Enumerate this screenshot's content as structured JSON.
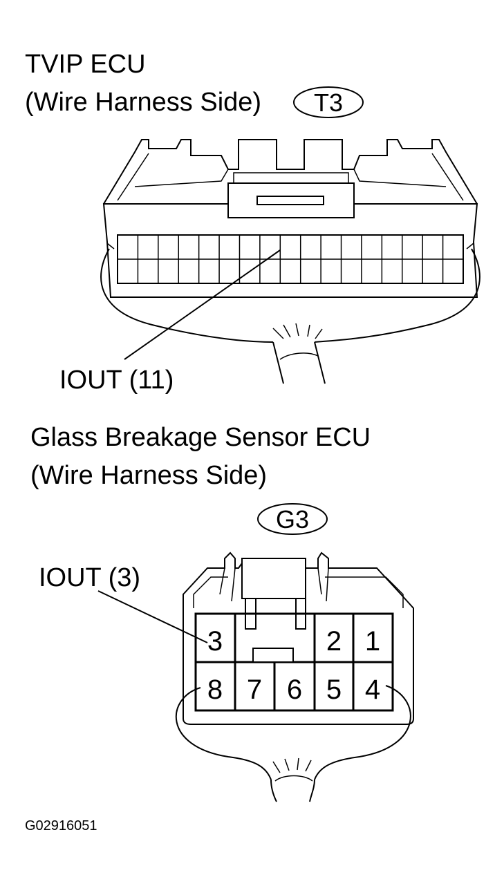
{
  "tvip": {
    "title": "TVIP ECU",
    "subtitle": "(Wire Harness Side)",
    "connector_code": "T3",
    "pin_label": "IOUT (11)",
    "rows": 2,
    "columns": 17
  },
  "gbs": {
    "title": "Glass Breakage Sensor ECU",
    "subtitle": "(Wire Harness Side)",
    "connector_code": "G3",
    "pin_label": "IOUT (3)",
    "pins": {
      "p1": "1",
      "p2": "2",
      "p3": "3",
      "p4": "4",
      "p5": "5",
      "p6": "6",
      "p7": "7",
      "p8": "8"
    }
  },
  "figure_id": "G02916051"
}
